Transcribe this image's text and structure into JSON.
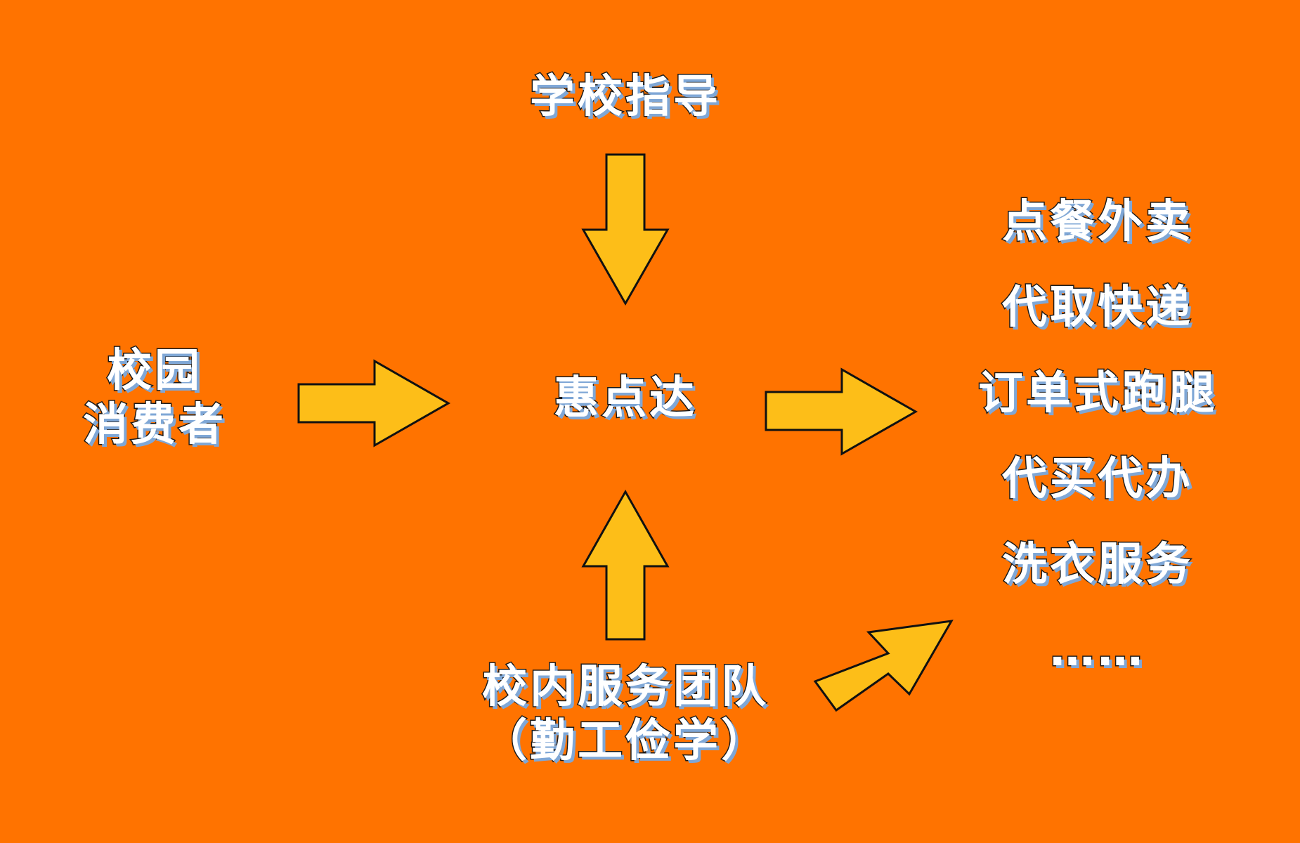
{
  "nodes": {
    "top": "学校指导",
    "left_lines": [
      "校园",
      "消费者"
    ],
    "center": "惠点达",
    "bottom_lines": [
      "校内服务团队",
      "（勤工俭学）"
    ]
  },
  "services": [
    "点餐外卖",
    "代取快递",
    "订单式跑腿",
    "代买代办",
    "洗衣服务",
    "……"
  ],
  "colors": {
    "background": "#FF7300",
    "arrow_fill": "#FDBE18",
    "arrow_stroke": "#111111",
    "text": "#FFFFFF",
    "text_shadow": "#7FA7D6"
  }
}
